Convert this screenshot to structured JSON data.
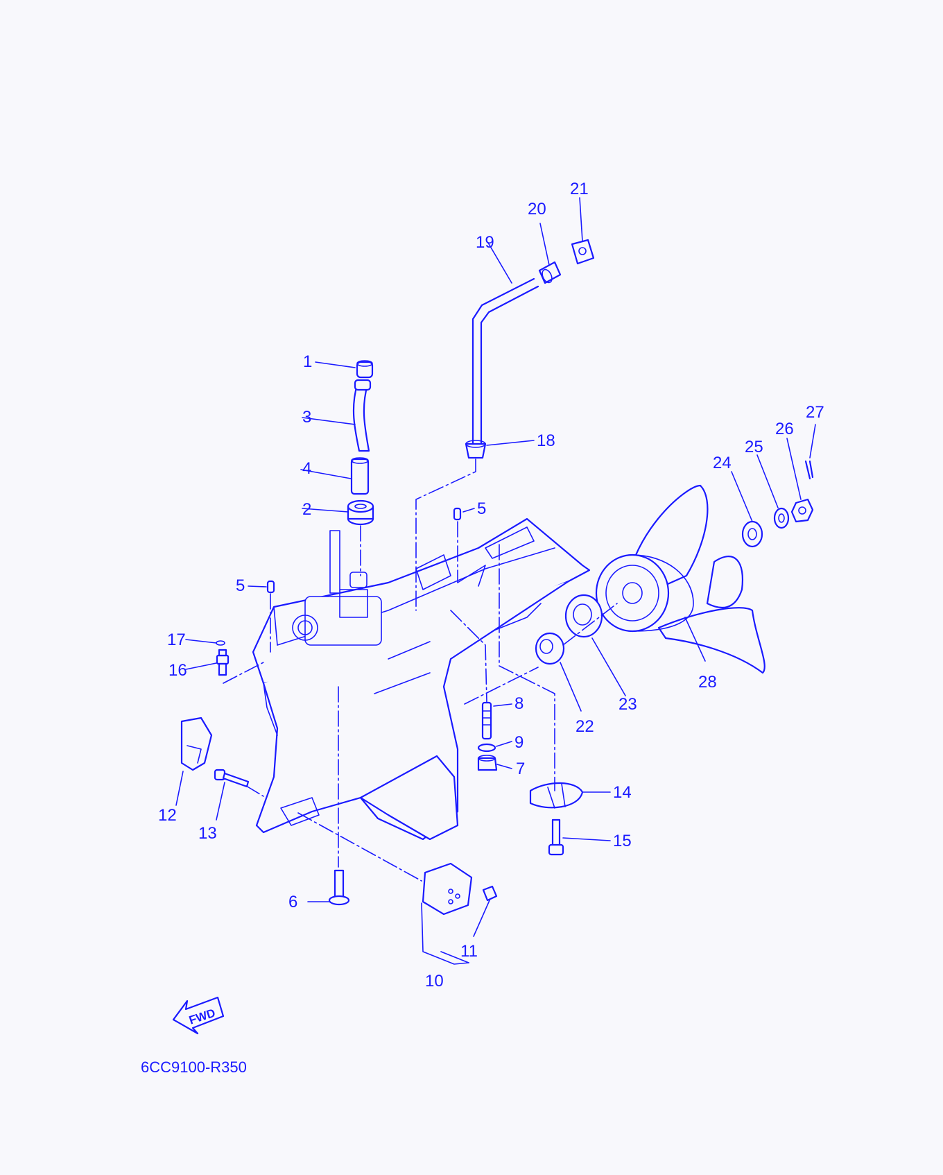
{
  "diagram": {
    "code": "6CC9100-R350",
    "fwd_label": "FWD",
    "callouts": [
      "1",
      "2",
      "3",
      "4",
      "5",
      "5",
      "6",
      "7",
      "8",
      "9",
      "10",
      "11",
      "12",
      "13",
      "14",
      "15",
      "16",
      "17",
      "18",
      "19",
      "20",
      "21",
      "22",
      "23",
      "24",
      "25",
      "26",
      "27",
      "28"
    ],
    "ink_color": "#1a1aff",
    "background": "#f8f8fc"
  }
}
